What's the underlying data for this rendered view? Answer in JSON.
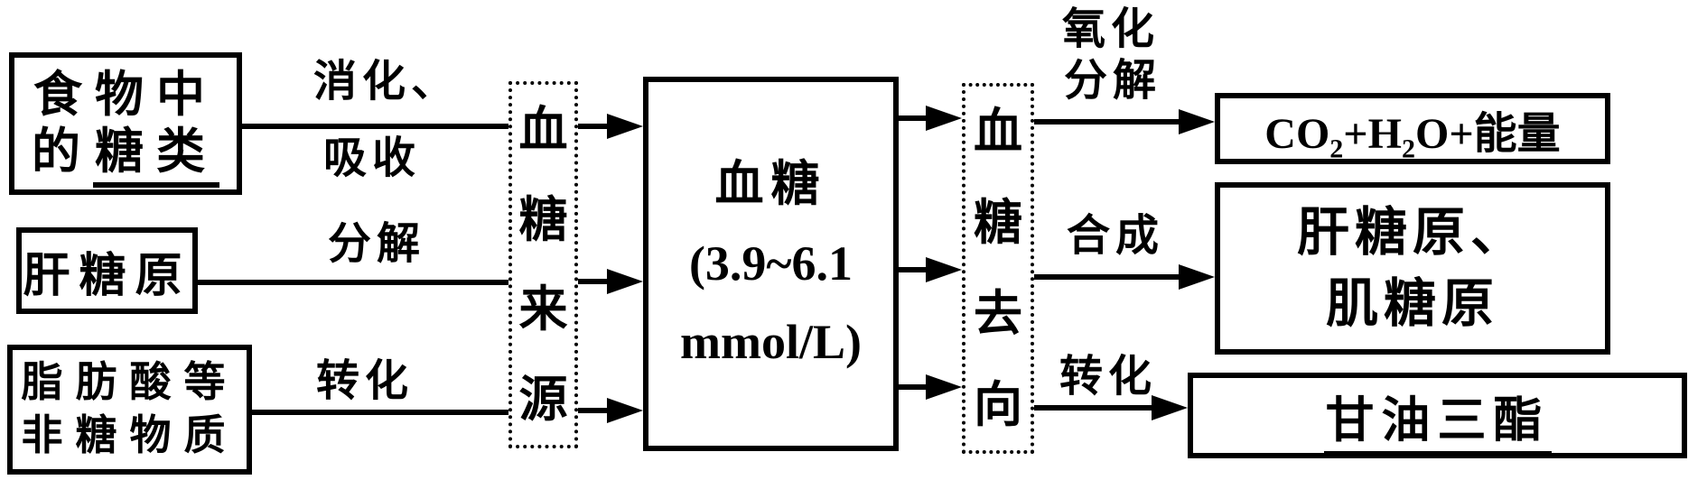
{
  "diagram": {
    "colors": {
      "line": "#000000",
      "background": "#ffffff"
    },
    "left_boxes": {
      "food": {
        "line1": "食物中",
        "line2_prefix": "的",
        "line2_underlined": "糖类"
      },
      "liver_glycogen": {
        "label": "肝糖原"
      },
      "non_sugar": {
        "line1": "脂肪酸等",
        "line2": "非糖物质"
      }
    },
    "labels": {
      "digestion": {
        "line1": "消化、",
        "line2": "吸收"
      },
      "decomposition": "分解",
      "conversion_left": "转化",
      "oxidation": {
        "line1": "氧化",
        "line2": "分解"
      },
      "synthesis": "合成",
      "conversion_right": "转化"
    },
    "source_group": {
      "chars": [
        "血",
        "糖",
        "来",
        "源"
      ]
    },
    "destination_group": {
      "chars": [
        "血",
        "糖",
        "去",
        "向"
      ]
    },
    "blood_glucose_box": {
      "line1": "血糖",
      "line2": "(3.9~6.1",
      "line3": "mmol/L)"
    },
    "right_boxes": {
      "energy": {
        "parts": [
          {
            "t": "CO"
          },
          {
            "t": "2",
            "sub": true
          },
          {
            "t": "+H"
          },
          {
            "t": "2",
            "sub": true
          },
          {
            "t": "O+能量"
          }
        ]
      },
      "glycogen": {
        "line1": "肝糖原、",
        "line2": "肌糖原"
      },
      "triglyceride": {
        "label": "甘油三酯"
      }
    }
  }
}
